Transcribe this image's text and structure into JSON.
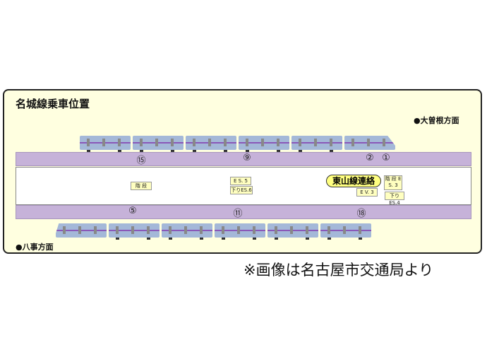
{
  "title": "名城線乗車位置",
  "direction_upper": "●大曽根方面",
  "direction_lower": "●八事方面",
  "upper_numbers": [
    "⑮",
    "⑨",
    "②",
    "①"
  ],
  "lower_numbers": [
    "⑤",
    "⑪",
    "⑱"
  ],
  "facilities": {
    "stairs_left": "階 段",
    "es5": "E S. 5",
    "es6": "下りES.6",
    "higashiyama": "東山線連絡",
    "stairs_es3": "階 段 E S. 3",
    "ev3": "E V. 3",
    "es4": "下りES.4"
  },
  "caption": "※画像は名古屋市交通局より",
  "colors": {
    "panel": "#ffffe0",
    "band": "#c6b2d9",
    "train": "#a4b8d8",
    "stripe": "#8a58b8"
  }
}
